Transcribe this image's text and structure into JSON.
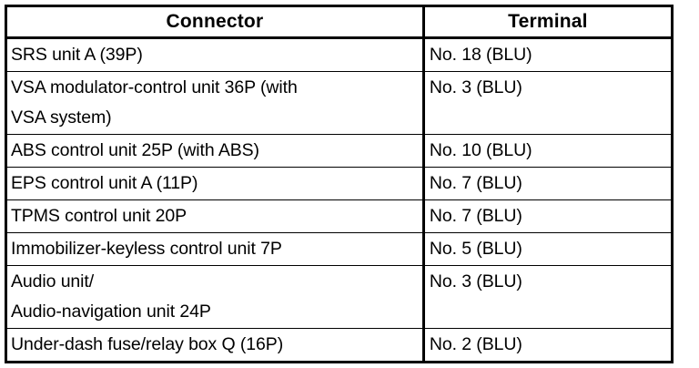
{
  "document": {
    "kind": "service-manual-table",
    "background_color": "#ffffff",
    "text_color": "#000000",
    "border_color": "#000000"
  },
  "table": {
    "name": "connector-terminal-table",
    "columns": [
      {
        "key": "connector",
        "label": "Connector",
        "align": "center"
      },
      {
        "key": "terminal",
        "label": "Terminal",
        "align": "center"
      }
    ],
    "rows": [
      {
        "lines": 1,
        "connector": "SRS unit A (39P)",
        "terminal": "No. 18 (BLU)"
      },
      {
        "lines": 2,
        "connector": "VSA modulator-control unit 36P (with\nVSA system)",
        "terminal": "No. 3 (BLU)"
      },
      {
        "lines": 1,
        "connector": "ABS control unit 25P (with ABS)",
        "terminal": "No. 10 (BLU)"
      },
      {
        "lines": 1,
        "connector": "EPS control unit A (11P)",
        "terminal": "No. 7 (BLU)"
      },
      {
        "lines": 1,
        "connector": "TPMS control unit 20P",
        "terminal": "No. 7 (BLU)"
      },
      {
        "lines": 1,
        "connector": "Immobilizer-keyless control unit 7P",
        "terminal": "No. 5 (BLU)"
      },
      {
        "lines": 2,
        "connector": "Audio unit/\nAudio-navigation unit 24P",
        "terminal": "No. 3 (BLU)"
      },
      {
        "lines": 1,
        "connector": "Under-dash fuse/relay box Q (16P)",
        "terminal": "No. 2 (BLU)"
      }
    ]
  }
}
